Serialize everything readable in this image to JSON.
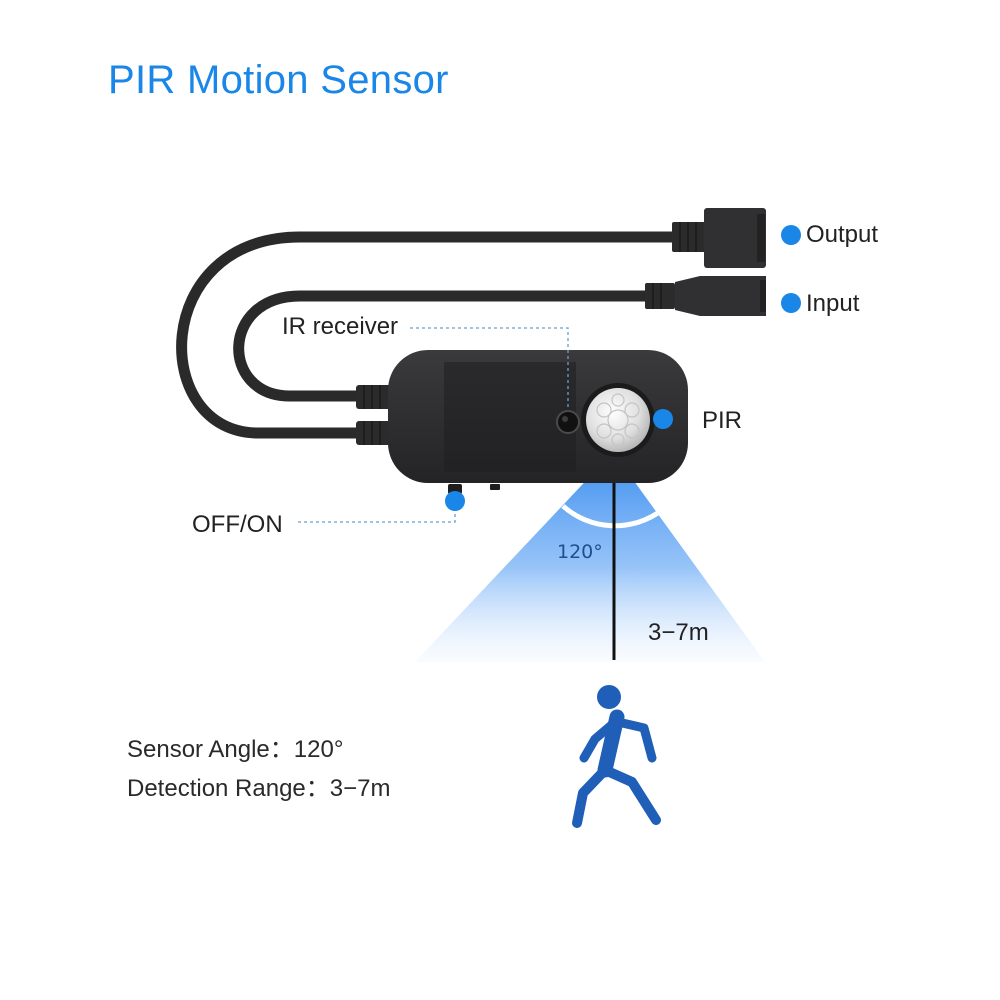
{
  "title": "PIR Motion Sensor",
  "labels": {
    "output": "Output",
    "input": "Input",
    "ir_receiver": "IR receiver",
    "pir": "PIR",
    "off_on": "OFF/ON",
    "angle": "120°",
    "range": "3−7m"
  },
  "specs": {
    "sensor_angle_label": "Sensor Angle：",
    "sensor_angle_value": "120°",
    "detection_range_label": "Detection Range：",
    "detection_range_value": "3−7m"
  },
  "colors": {
    "accent": "#1a86e8",
    "device": "#2e2e30",
    "cable": "#2a2a2a",
    "beam": "#3a8df0",
    "figure": "#1f5fb8",
    "text": "#222222"
  },
  "icons": {
    "marker": "blue-dot-icon",
    "figure": "walking-person-icon"
  }
}
